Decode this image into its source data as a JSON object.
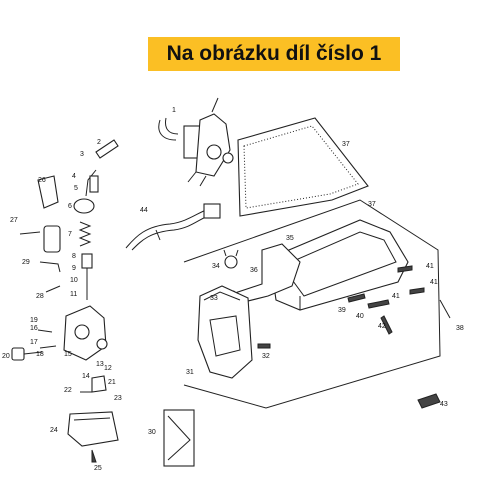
{
  "banner": {
    "text": "Na obrázku díl číslo 1",
    "color": "#fbbf24"
  },
  "labels": {
    "l1": "1",
    "l2": "2",
    "l3": "3",
    "l4": "4",
    "l5": "5",
    "l6": "6",
    "l7": "7",
    "l8": "8",
    "l9": "9",
    "l10": "10",
    "l11": "11",
    "l12": "12",
    "l13": "13",
    "l14": "14",
    "l15": "15",
    "l16": "16",
    "l17": "17",
    "l18": "18",
    "l19": "19",
    "l20": "20",
    "l21": "21",
    "l22": "22",
    "l23": "23",
    "l24": "24",
    "l25": "25",
    "l26": "26",
    "l27": "27",
    "l28": "28",
    "l29": "29",
    "l30": "30",
    "l31": "31",
    "l32": "32",
    "l33": "33",
    "l34": "34",
    "l35": "35",
    "l36": "36",
    "l37a": "37",
    "l37b": "37",
    "l38": "38",
    "l39": "39",
    "l40": "40",
    "l41a": "41",
    "l41b": "41",
    "l41c": "41",
    "l42": "42",
    "l43": "43",
    "l44": "44"
  }
}
